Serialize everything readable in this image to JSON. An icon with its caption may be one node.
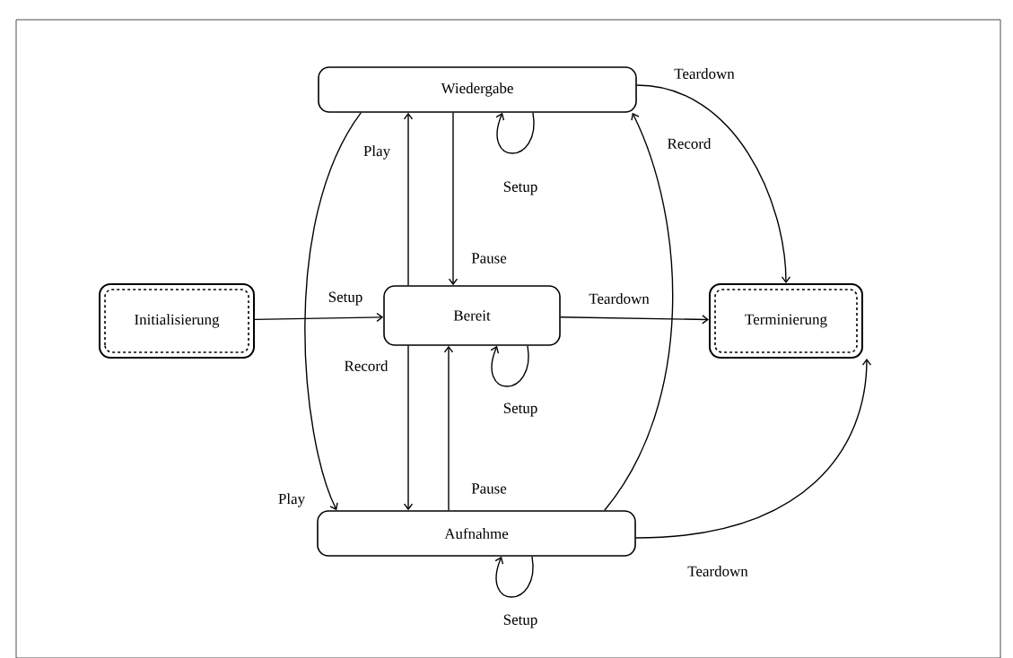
{
  "diagram": {
    "nodes": [
      {
        "text": [
          "Wiedergabe"
        ]
      },
      {
        "text": [
          "Initialisierung"
        ]
      },
      {
        "text": [
          "Bereit"
        ]
      },
      {
        "text": [
          "Terminierung"
        ]
      },
      {
        "text": [
          "Aufnahme"
        ]
      }
    ],
    "edges": [
      {
        "from": 1,
        "to": 2,
        "arrow": "to",
        "label": "Setup"
      },
      {
        "from": 2,
        "to": 0,
        "arrow": "to",
        "label": "Play"
      },
      {
        "from": 0,
        "to": 2,
        "arrow": "to",
        "label": "Pause"
      },
      {
        "from": 0,
        "to": 0,
        "arrow": "to",
        "label": "Setup"
      },
      {
        "from": 2,
        "to": 2,
        "arrow": "to",
        "label": "Setup"
      },
      {
        "from": 2,
        "to": 4,
        "arrow": "to",
        "label": "Record"
      },
      {
        "from": 4,
        "to": 2,
        "arrow": "to",
        "label": "Pause"
      },
      {
        "from": 4,
        "to": 4,
        "arrow": "to",
        "label": "Setup"
      },
      {
        "from": 0,
        "to": 4,
        "arrow": "to",
        "label": "Play"
      },
      {
        "from": 4,
        "to": 0,
        "arrow": "to",
        "label": "Record"
      },
      {
        "from": 0,
        "to": 3,
        "arrow": "to",
        "label": "Teardown"
      },
      {
        "from": 2,
        "to": 3,
        "arrow": "to",
        "label": "Teardown"
      },
      {
        "from": 4,
        "to": 3,
        "arrow": "to",
        "label": "Teardown"
      }
    ]
  }
}
